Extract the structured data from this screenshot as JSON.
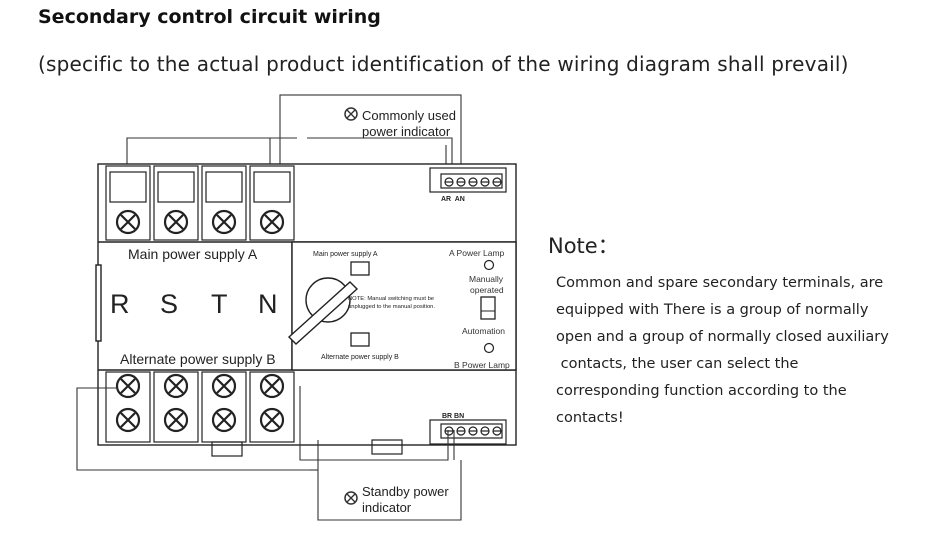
{
  "header": {
    "title": "Secondary control circuit wiring",
    "subtitle": "(specific to the actual product identification of the wiring diagram shall prevail)"
  },
  "diagram": {
    "commonly_used_indicator": [
      "Commonly used",
      "power indicator"
    ],
    "standby_indicator": [
      "Standby power",
      "indicator"
    ],
    "main_power_label": "Main power supply A",
    "alternate_power_label": "Alternate power supply B",
    "phases": [
      "R",
      "S",
      "T",
      "N"
    ],
    "terminal_top_label": "AR  AN",
    "terminal_bottom_label": "BR BN",
    "panel": {
      "main_supply": "Main power supply A",
      "alternate_supply": "Alternate power supply B",
      "note_line1": "NOTE: Manual switching must be",
      "note_line2": "unplugged to the manual position.",
      "a_power_lamp": "A  Power Lamp",
      "manually": "Manually",
      "operated": "operated",
      "automation": "Automation",
      "b_power_lamp": "B  Power Lamp"
    }
  },
  "note": {
    "heading": "Note：",
    "lines": [
      "Common and spare secondary terminals, are",
      "equipped with There is a group of normally",
      "open and a group of normally closed auxiliary",
      " contacts, the user can select the",
      "corresponding function according to the",
      "contacts!"
    ]
  }
}
